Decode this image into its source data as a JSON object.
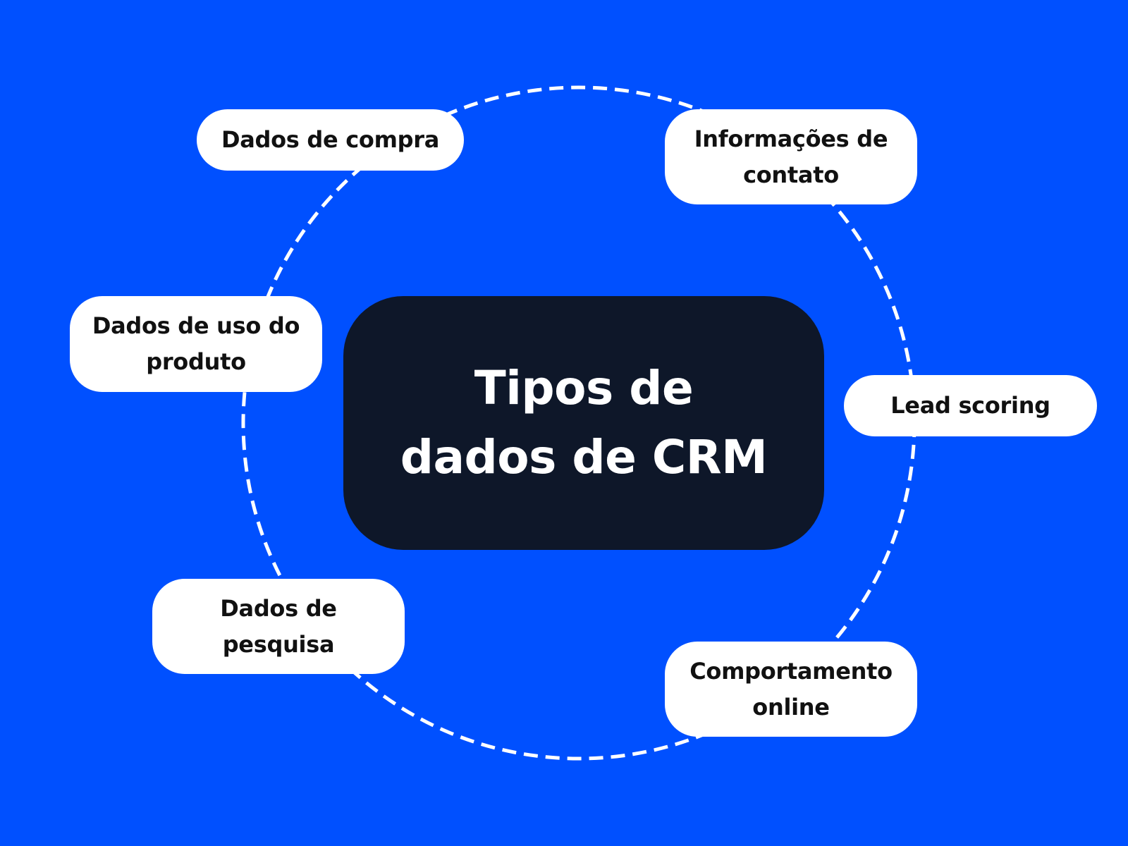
{
  "colors": {
    "background": "#0050ff",
    "center_box": "#0e1729",
    "node": "#ffffff",
    "ring": "#ffffff"
  },
  "center": {
    "title_line1": "Tipos de",
    "title_line2": "dados de CRM"
  },
  "nodes": [
    {
      "line1": "Dados de compra",
      "line2": ""
    },
    {
      "line1": "Informações de",
      "line2": "contato"
    },
    {
      "line1": "Dados de uso do",
      "line2": "produto"
    },
    {
      "line1": "Lead scoring",
      "line2": ""
    },
    {
      "line1": "Dados de",
      "line2": "pesquisa"
    },
    {
      "line1": "Comportamento",
      "line2": "online"
    }
  ]
}
